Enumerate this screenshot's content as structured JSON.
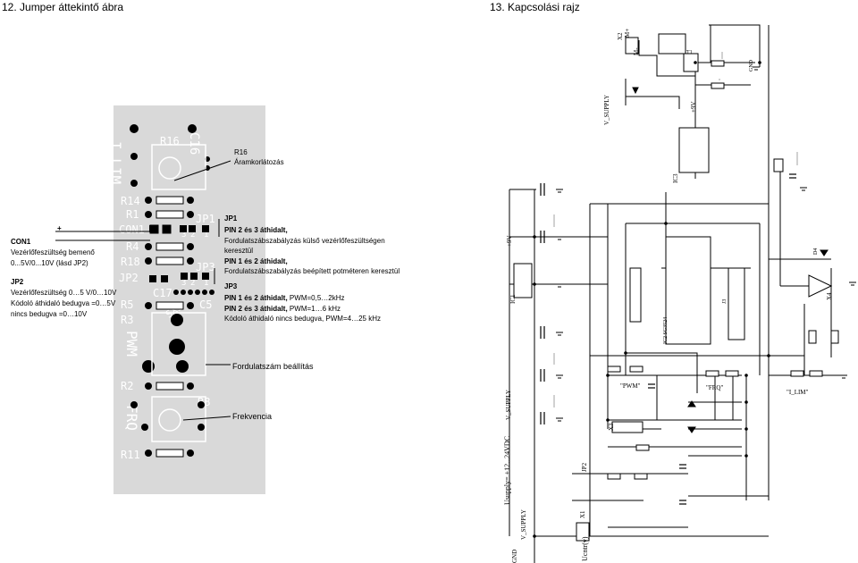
{
  "titles": {
    "left": "12. Jumper áttekintő ábra",
    "right": "13. Kapcsolási rajz"
  },
  "pcb": {
    "silk": {
      "r16": "R16",
      "c16": "C16",
      "i_lim": "I LIM",
      "r14": "R14",
      "r1": "R1",
      "con1": "CON1",
      "jp1": "JP1",
      "r4": "R4",
      "r18": "R18",
      "jp3": "JP3",
      "jp2": "JP2",
      "c17": "C17",
      "r5": "R5",
      "c5": "C5",
      "r3": "R3",
      "pwm": "PWM",
      "sx3": "SX3",
      "r2": "R2",
      "frq": "FRQ",
      "r8": "R8",
      "r11": "R11"
    },
    "pin_nums": [
      "3",
      "2",
      "1"
    ]
  },
  "annotations": {
    "r16_ref": "R16",
    "r16_desc": "Áramkorlátozás",
    "plus": "+",
    "minus": "-",
    "con1_title": "CON1",
    "con1_line1": "Vezérlőfeszültség bemenő",
    "con1_line2": "0...5V/0...10V (lásd JP2)",
    "jp2_title": "JP2",
    "jp2_line1": "Vezérlőfeszültség 0…5 V/0…10V",
    "jp2_line2": "Kódoló áthidaló bedugva =0…5V",
    "jp2_line3": "nincs bedugva =0…10V",
    "jp1_title": "JP1",
    "jp1_line1": "PIN 2 és 3 áthidalt,",
    "jp1_line2": "Fordulatszábszabályzás külső vezérlőfeszültségen",
    "jp1_line3": "keresztül",
    "jp1_line4": "PIN 1 és 2 áthidalt,",
    "jp1_line5": "Fordulatszábszabályzás beépített potméteren keresztül",
    "jp3_title": "JP3",
    "jp3_line1a": "PIN 1 és 2 áthidalt,",
    "jp3_line1b": " PWM=0,5…2kHz",
    "jp3_line2a": "PIN 2 és 3 áthidalt,",
    "jp3_line2b": " PWM=1…6 kHz",
    "jp3_line3": "Kódoló áthidaló nincs bedugva, PWM=4…25 kHz",
    "rpm_label": "Fordulatszám beállítás",
    "freq_label": "Frekvencia"
  },
  "schematic": {
    "labels": {
      "x2": "X2",
      "m_plus": "M+",
      "m_minus": "M-",
      "v_supply_top": "V_SUPPLY",
      "v_supply_left": "V_SUPPLY",
      "v_supply_bot": "V_SUPPLY",
      "plus_9v": "+9V",
      "gnd": "GND",
      "ic1": "IC1",
      "ic2": "IC2 SG3524",
      "ic3": "IC3",
      "x3": "X3",
      "x1": "X1",
      "jp2": "JP2",
      "supply_text": "Usupply= +12...24VDC",
      "ucntr": "Ucntr(v)",
      "i_lim": "\"I_LIM\"",
      "pwm": "\"PWM\"",
      "frq": "\"FRQ\"",
      "x4": "X4",
      "t1": "T1",
      "d4": "D4",
      "j3": "J3"
    }
  }
}
